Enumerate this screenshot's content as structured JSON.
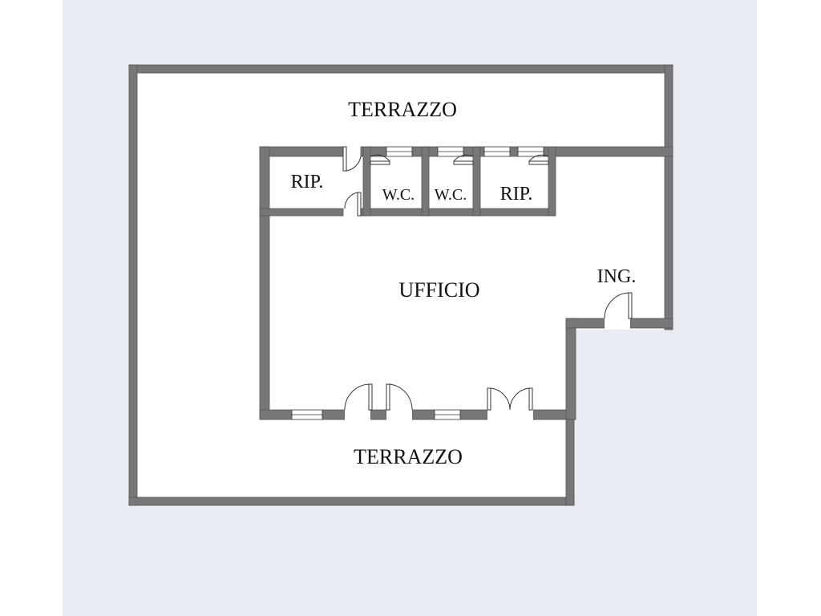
{
  "colors": {
    "background": "#e8ebf1",
    "wall": "#777779",
    "floor": "#ffffff",
    "line": "#333333"
  },
  "rooms": {
    "terrace_top": "TERRAZZO",
    "storage_left": "RIP.",
    "wc_1": "W.C.",
    "wc_2": "W.C.",
    "storage_right": "RIP.",
    "office": "UFFICIO",
    "entrance": "ING.",
    "terrace_bottom": "TERRAZZO"
  }
}
